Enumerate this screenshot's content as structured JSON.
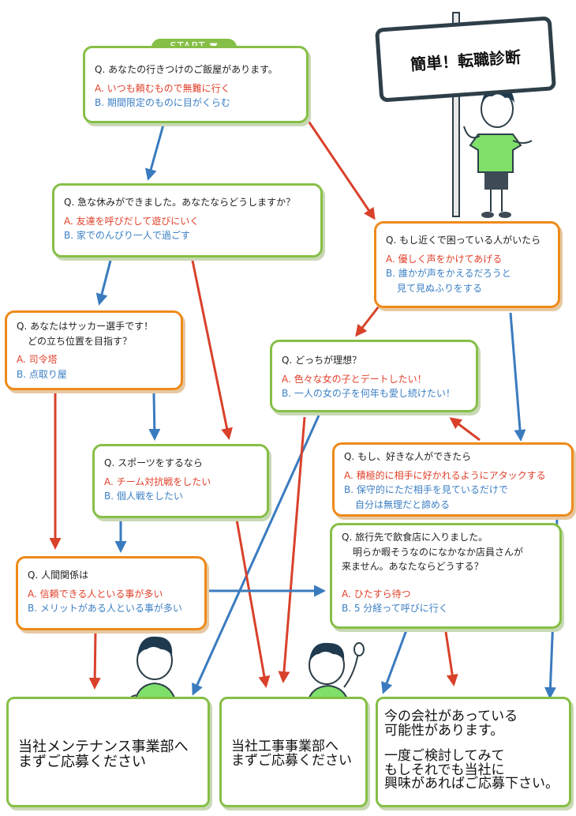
{
  "sign_title": "簡単！転職診断",
  "start_label": "START",
  "questions": [
    {
      "q": "Q. あなたの行きつけのご飯屋があります。",
      "a": "A. いつも頼むもので無難に行く",
      "b": "B. 期間限定のものに目がくらむ"
    },
    {
      "q": "Q. 急な休みができました。あなたならどうしますか？",
      "a": "A. 友達を呼びだして遊びにいく",
      "b": "B. 家でのんびり一人で過ごす"
    },
    {
      "q": "Q. もし近くで困っている人がいたら",
      "a": "A. 優しく声をかけてあげる",
      "b": "B. 誰かが声をかえるだろうと",
      "b2": "見て見ぬふりをする"
    },
    {
      "q": "Q. あなたはサッカー選手です！",
      "q2": "どの立ち位置を目指す？",
      "a": "A. 司令塔",
      "b": "B. 点取り屋"
    },
    {
      "q": "Q. どっちが理想？",
      "a": "A. 色々な女の子とデートしたい！",
      "b": "B. 一人の女の子を何年も愛し続けたい！"
    },
    {
      "q": "Q. スポーツをするなら",
      "a": "A. チーム対抗戦をしたい",
      "b": "B. 個人戦をしたい"
    },
    {
      "q": "Q. もし、好きな人ができたら",
      "a": "A. 積極的に相手に好かれるようにアタックする",
      "b": "B. 保守的にただ相手を見ているだけで",
      "b2": "自分は無理だと諦める"
    },
    {
      "q": "Q. 旅行先で飲食店に入りました。",
      "q2": "明らか暇そうなのになかなか店員さんが",
      "q3": "来ません。あなたならどうする？",
      "a": "A. ひたすら待つ",
      "b": "B. 5 分経って呼びに行く"
    },
    {
      "q": "Q. 人間関係は",
      "a": "A. 信頼できる人といる事が多い",
      "b": "B. メリットがある人といる事が多い"
    }
  ],
  "results": [
    {
      "l1": "当社メンテナンス事業部へ",
      "l2": "まずご応募ください"
    },
    {
      "l1": "当社工事事業部へ",
      "l2": "まずご応募ください"
    },
    {
      "l1": "今の会社があっている",
      "l2": "可能性があります。",
      "l3": "一度ご検討してみて",
      "l4": "もしそれでも当社に",
      "l5": "興味があればご応募下さい。"
    }
  ],
  "colors": {
    "green": "#86bf47",
    "orange": "#ee8a1a",
    "arrow_a": "#d9412b",
    "arrow_b": "#3a7bbf"
  }
}
